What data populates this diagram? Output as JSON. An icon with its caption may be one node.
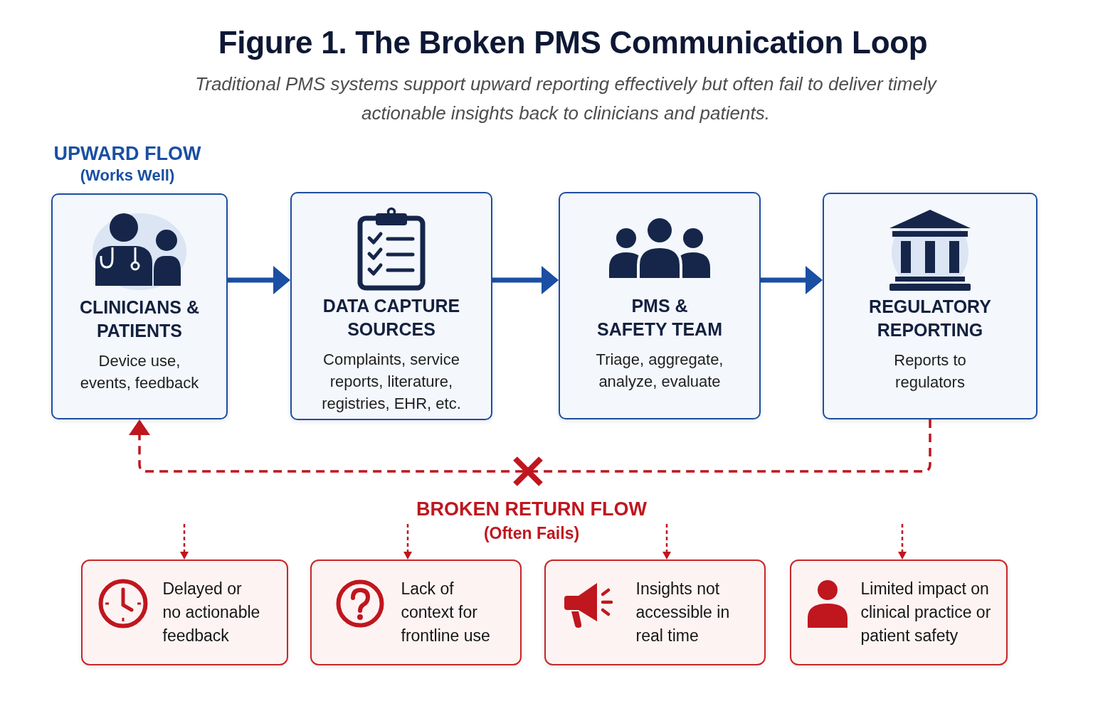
{
  "diagram": {
    "title": "Figure 1. The Broken PMS Communication Loop",
    "caption": "Traditional PMS systems support upward reporting effectively but often fail to deliver timely actionable insights back to clinicians and patients.",
    "nodes": [
      {
        "text": [
          "CLINICIANS & PATIENTS",
          "Device use, events, feedback"
        ]
      },
      {
        "text": [
          "DATA CAPTURE SOURCES",
          "Complaints, service reports, literature, registries, EHR, etc."
        ]
      },
      {
        "text": [
          "PMS & SAFETY TEAM",
          "Triage, aggregate, analyze, evaluate"
        ]
      },
      {
        "text": [
          "REGULATORY REPORTING",
          "Reports to regulators"
        ]
      },
      {
        "text": [
          "Delayed or no actionable feedback"
        ]
      },
      {
        "text": [
          "Lack of context for frontline use"
        ]
      },
      {
        "text": [
          "Insights not accessible in real time"
        ]
      },
      {
        "text": [
          "Limited impact on clinical practice or patient safety"
        ]
      }
    ],
    "edges": [
      {
        "from": 0,
        "to": 1,
        "arrow": "to",
        "style": "thick",
        "color": "#1a4fa3"
      },
      {
        "from": 1,
        "to": 2,
        "arrow": "to",
        "style": "thick",
        "color": "#1a4fa3"
      },
      {
        "from": 2,
        "to": 3,
        "arrow": "to",
        "style": "thick",
        "color": "#1a4fa3"
      },
      {
        "from": 3,
        "to": 0,
        "arrow": "to",
        "style": "dashed",
        "color": "#c0161e"
      },
      {
        "from": null,
        "to": 4,
        "arrow": "to",
        "style": "dashed",
        "color": "#c0161e"
      },
      {
        "from": null,
        "to": 5,
        "arrow": "to",
        "style": "dashed",
        "color": "#c0161e"
      },
      {
        "from": null,
        "to": 6,
        "arrow": "to",
        "style": "dashed",
        "color": "#c0161e"
      },
      {
        "from": null,
        "to": 7,
        "arrow": "to",
        "style": "dashed",
        "color": "#c0161e"
      }
    ],
    "labels": [
      "UPWARD FLOW",
      "(Works Well)",
      "BROKEN RETURN FLOW",
      "(Often Fails)"
    ]
  }
}
